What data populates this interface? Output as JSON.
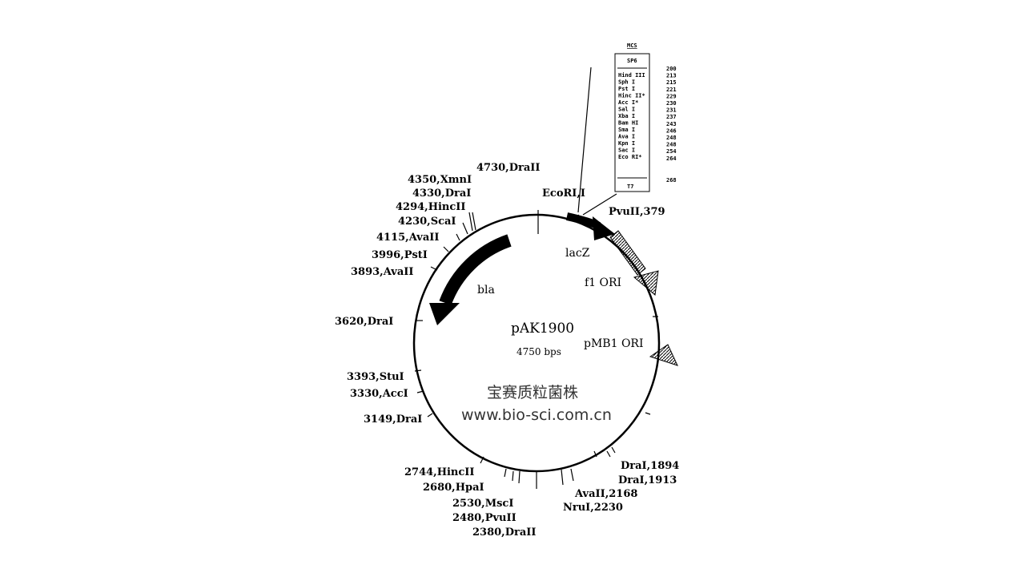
{
  "plasmid": {
    "name": "pAK1900",
    "size": "4750 bps"
  },
  "features": {
    "bla": "bla",
    "lacZ": "lacZ",
    "f1": "f1 ORI",
    "pmb1": "pMB1 ORI"
  },
  "sites": {
    "s4730": "4730,DraII",
    "s4350": "4350,XmnI",
    "s4330": "4330,DraI",
    "s4294": "4294,HincII",
    "s4230": "4230,ScaI",
    "s4115": "4115,AvaII",
    "s3996": "3996,PstI",
    "s3893": "3893,AvaII",
    "s3620": "3620,DraI",
    "s3393": "3393,StuI",
    "s3330": "3330,AccI",
    "s3149": "3149,DraI",
    "s2744": "2744,HincII",
    "s2680": "2680,HpaI",
    "s2530": "2530,MscI",
    "s2480": "2480,PvuII",
    "s2380": "2380,DraII",
    "s2230": "NruI,2230",
    "s2168": "AvaII,2168",
    "s1913": "DraI,1913",
    "s1894": "DraI,1894",
    "s379": "PvuII,379",
    "ecori": "EcoRI,I"
  },
  "mcs": {
    "title": "MCS",
    "top": "SP6",
    "bottom": "T7",
    "enzymes": [
      "Hind III",
      "Sph I",
      "Pst I",
      "Hinc II*",
      "Acc I*",
      "Sal I",
      "Xba I",
      "Bam HI",
      "Sma I",
      "Ava I",
      "Kpn I",
      "Sac I",
      "Eco RI*"
    ],
    "positions": [
      "200",
      "213",
      "215",
      "221",
      "229",
      "230",
      "231",
      "237",
      "243",
      "246",
      "248",
      "248",
      "254",
      "264",
      "268"
    ]
  },
  "watermark": {
    "line1": "宝赛质粒菌株",
    "line2": "www.bio-sci.com.cn"
  }
}
